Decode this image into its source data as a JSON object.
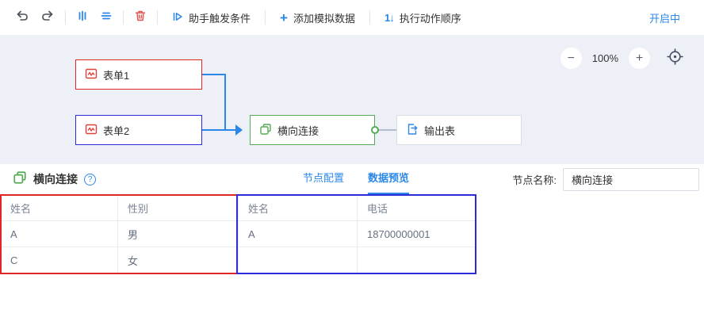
{
  "colors": {
    "accent_blue": "#2b88e8",
    "join_green": "#55ab55",
    "form1_border_red": "#e02727",
    "form2_border_navy": "#2b2bd8",
    "trash_red": "#e05050",
    "canvas_bg": "#edf0f6"
  },
  "toolbar": {
    "trigger_label": "助手触发条件",
    "mock_label": "添加模拟数据",
    "order_label": "执行动作顺序",
    "order_glyph": "1↓",
    "plus_glyph": "+",
    "status": "开启中"
  },
  "canvas": {
    "nodes": {
      "form1": "表单1",
      "form2": "表单2",
      "join": "横向连接",
      "output": "输出表"
    },
    "zoom": {
      "minus_glyph": "−",
      "level": "100%",
      "plus_glyph": "+"
    }
  },
  "panel": {
    "title": "横向连接",
    "help_glyph": "?",
    "tabs": {
      "config": "节点配置",
      "preview": "数据预览"
    },
    "node_name_label": "节点名称:",
    "node_name_value": "横向连接",
    "table": {
      "headers": [
        "姓名",
        "性别",
        "姓名",
        "电话"
      ],
      "rows": [
        [
          "A",
          "男",
          "A",
          "18700000001"
        ],
        [
          "C",
          "女",
          "",
          ""
        ]
      ]
    }
  }
}
